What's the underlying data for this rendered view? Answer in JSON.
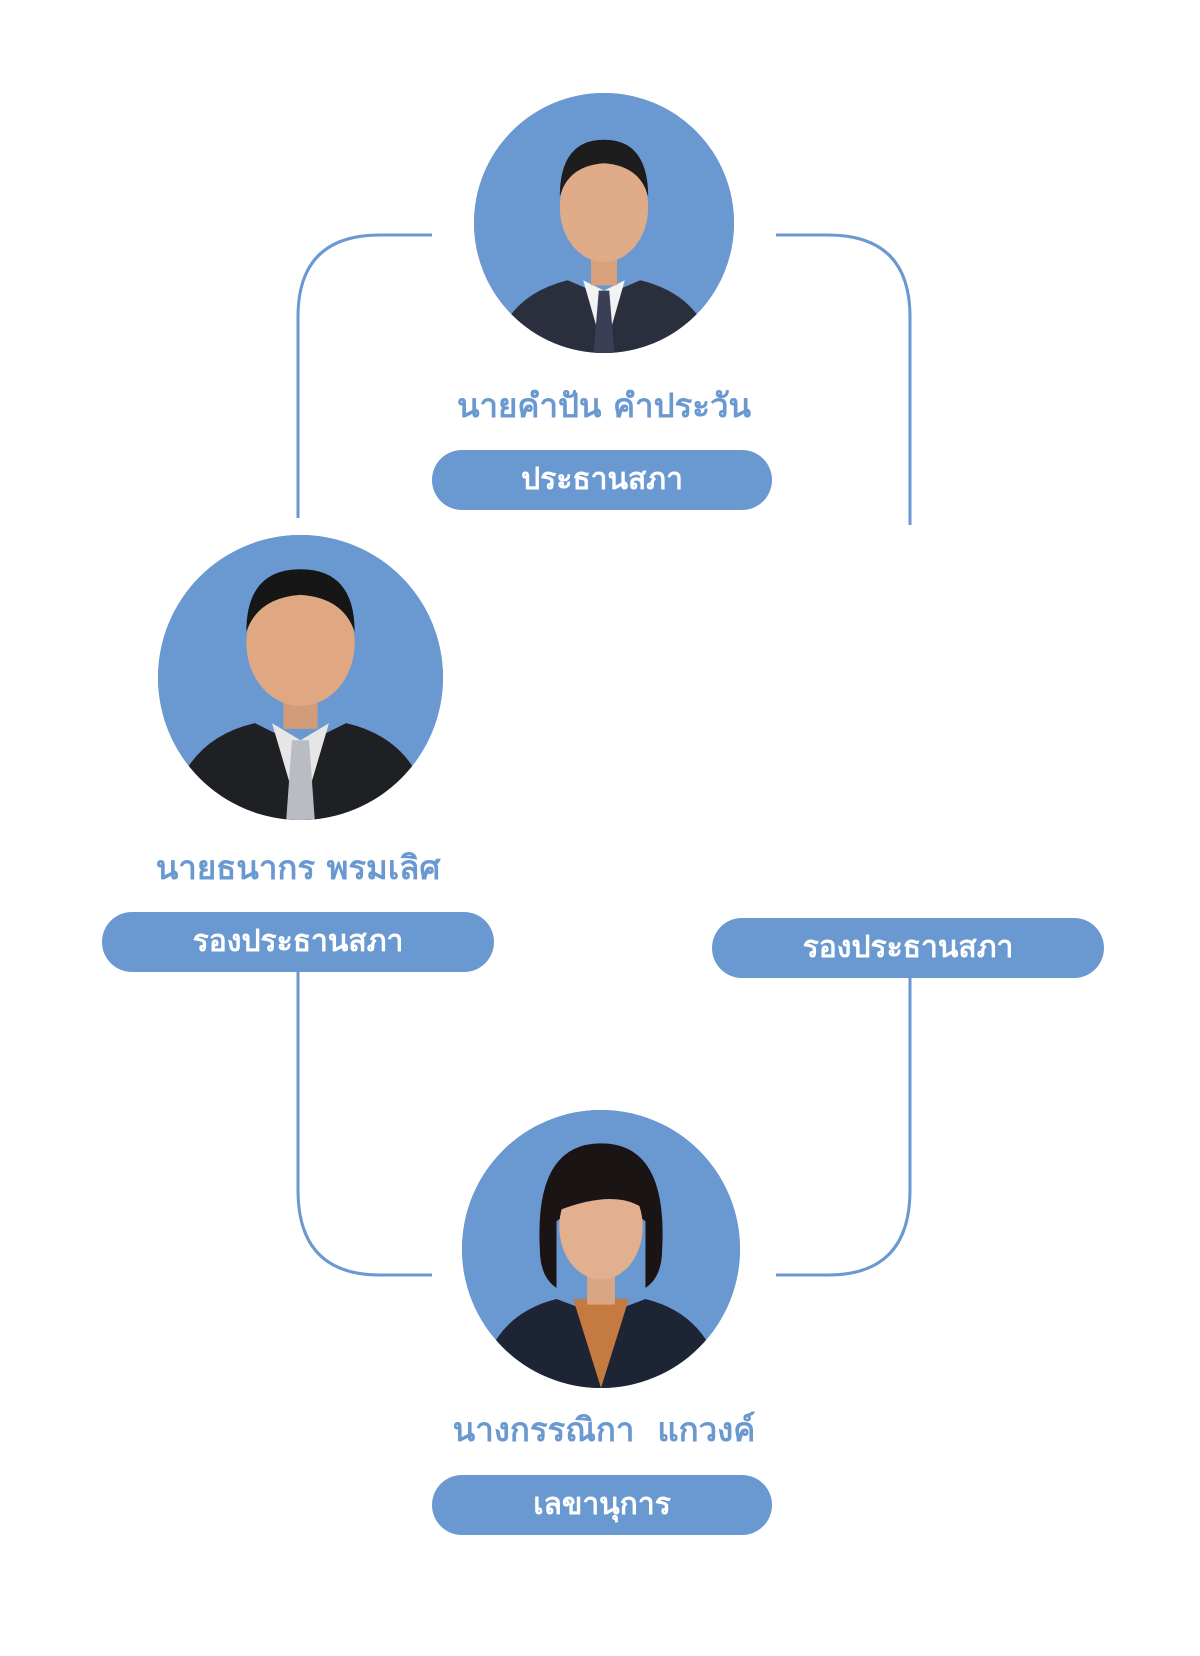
{
  "colors": {
    "accent": "#6a98d0",
    "pill_text": "#ffffff",
    "background": "#ffffff"
  },
  "members": {
    "chairman": {
      "name": "นายคำปัน คำประวัน",
      "role": "ประธานสภา"
    },
    "vice_chairman_1": {
      "name": "นายธนากร พรมเลิศ",
      "role": "รองประธานสภา"
    },
    "vice_chairman_2": {
      "role": "รองประธานสภา"
    },
    "secretary": {
      "name": "นางกรรณิกา  แกวงค์",
      "role": "เลขานุการ"
    }
  }
}
